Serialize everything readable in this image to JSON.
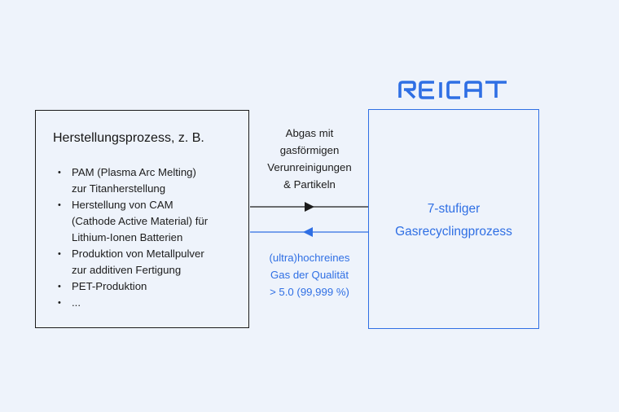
{
  "left_box": {
    "title": "Herstellungsprozess, z. B.",
    "items": [
      {
        "line1": "PAM (Plasma Arc Melting)",
        "line2": "zur Titanherstellung",
        "line3": ""
      },
      {
        "line1": "Herstellung von CAM",
        "line2": "(Cathode Active Material) für",
        "line3": "Lithium-Ionen Batterien"
      },
      {
        "line1": "Produktion von Metallpulver",
        "line2": "zur additiven Fertigung",
        "line3": ""
      },
      {
        "line1": "PET-Produktion",
        "line2": "",
        "line3": ""
      },
      {
        "line1": "...",
        "line2": "",
        "line3": ""
      }
    ]
  },
  "right_box": {
    "logo_text": "REICAT",
    "label_line1": "7-stufiger",
    "label_line2": "Gasrecyclingprozess"
  },
  "arrow_top": {
    "line1": "Abgas mit",
    "line2": "gasförmigen",
    "line3": "Verunreinigungen",
    "line4": "& Partikeln"
  },
  "arrow_bottom": {
    "line1": "(ultra)hochreines",
    "line2": "Gas der Qualität",
    "line3": "> 5.0 (99,999 %)"
  },
  "colors": {
    "background": "#eef3fb",
    "accent_blue": "#2f6fe4",
    "dark": "#1b1b1b"
  }
}
